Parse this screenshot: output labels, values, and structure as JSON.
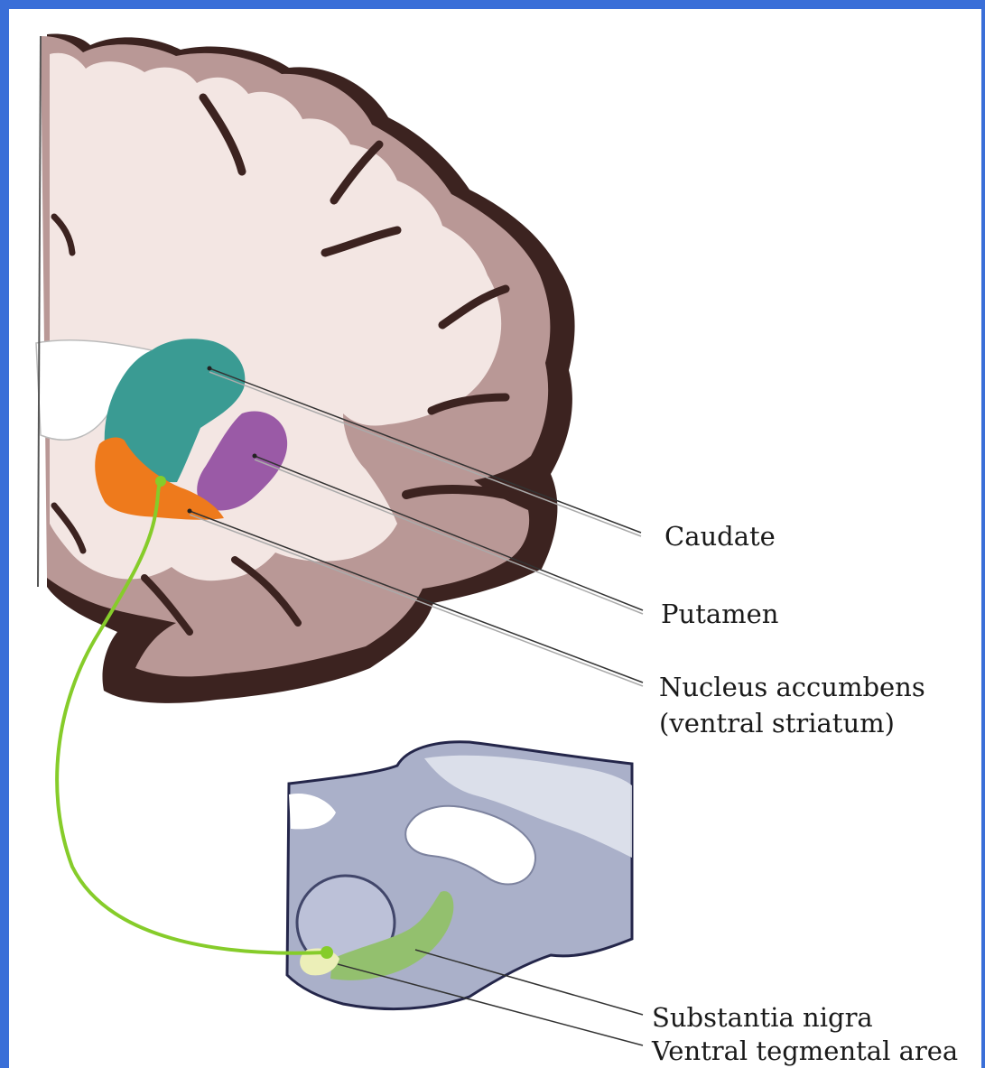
{
  "labels": {
    "caudate": "Caudate",
    "putamen": "Putamen",
    "accumbens_line1": "Nucleus accumbens",
    "accumbens_line2": "(ventral striatum)",
    "substantia_nigra": "Substantia nigra",
    "vta": "Ventral tegmental area"
  },
  "colors": {
    "frame": "#3a6fd8",
    "white_matter": "#f3e6e3",
    "gray_matter": "#b99896",
    "dark_cortex": "#3c2320",
    "caudate": "#3a9b93",
    "putamen": "#9a5aa6",
    "accumbens": "#ee7a1c",
    "pathway": "#86cc2a",
    "midbrain": "#aab0c9",
    "substantia_nigra": "#93c06e",
    "vta": "#ecefb8"
  }
}
